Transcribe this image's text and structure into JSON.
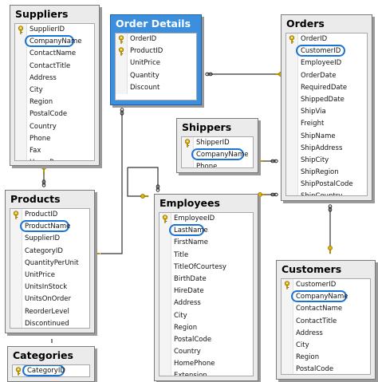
{
  "diagram": {
    "tables": {
      "suppliers": {
        "title": "Suppliers",
        "columns": [
          "SupplierID",
          "CompanyName",
          "ContactName",
          "ContactTitle",
          "Address",
          "City",
          "Region",
          "PostalCode",
          "Country",
          "Phone",
          "Fax",
          "HomePage"
        ],
        "key_columns": [
          "SupplierID"
        ],
        "highlighted": "CompanyName"
      },
      "order_details": {
        "title": "Order Details",
        "columns": [
          "OrderID",
          "ProductID",
          "UnitPrice",
          "Quantity",
          "Discount"
        ],
        "key_columns": [
          "OrderID",
          "ProductID"
        ],
        "selected": true
      },
      "orders": {
        "title": "Orders",
        "columns": [
          "OrderID",
          "CustomerID",
          "EmployeeID",
          "OrderDate",
          "RequiredDate",
          "ShippedDate",
          "ShipVia",
          "Freight",
          "ShipName",
          "ShipAddress",
          "ShipCity",
          "ShipRegion",
          "ShipPostalCode",
          "ShipCountry"
        ],
        "key_columns": [
          "OrderID"
        ],
        "highlighted": "CustomerID"
      },
      "shippers": {
        "title": "Shippers",
        "columns": [
          "ShipperID",
          "CompanyName",
          "Phone"
        ],
        "key_columns": [
          "ShipperID"
        ],
        "highlighted": "CompanyName"
      },
      "products": {
        "title": "Products",
        "columns": [
          "ProductID",
          "ProductName",
          "SupplierID",
          "CategoryID",
          "QuantityPerUnit",
          "UnitPrice",
          "UnitsInStock",
          "UnitsOnOrder",
          "ReorderLevel",
          "Discontinued"
        ],
        "key_columns": [
          "ProductID"
        ],
        "highlighted": "ProductName"
      },
      "employees": {
        "title": "Employees",
        "columns": [
          "EmployeeID",
          "LastName",
          "FirstName",
          "Title",
          "TitleOfCourtesy",
          "BirthDate",
          "HireDate",
          "Address",
          "City",
          "Region",
          "PostalCode",
          "Country",
          "HomePhone",
          "Extension"
        ],
        "key_columns": [
          "EmployeeID"
        ],
        "highlighted": "LastName"
      },
      "customers": {
        "title": "Customers",
        "columns": [
          "CustomerID",
          "CompanyName",
          "ContactName",
          "ContactTitle",
          "Address",
          "City",
          "Region",
          "PostalCode"
        ],
        "key_columns": [
          "CustomerID"
        ],
        "highlighted": "CompanyName"
      },
      "categories": {
        "title": "Categories",
        "columns": [
          "CategoryID"
        ],
        "key_columns": [
          "CategoryID"
        ],
        "highlighted": "CategoryID"
      }
    },
    "colors": {
      "table_background": "#ebebeb",
      "selected_table": "#3c8fdc",
      "highlight_ring": "#1a73d6",
      "key_icon": "#e0b400",
      "relationship_line": "#333333"
    },
    "icons": {
      "primary_key": "key-icon",
      "one_end": "key-end-icon",
      "many_end": "infinity-end-icon"
    }
  }
}
